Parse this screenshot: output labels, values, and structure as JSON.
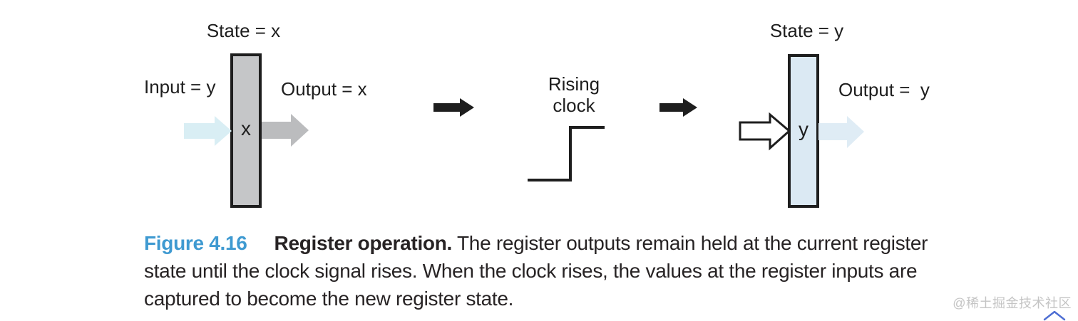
{
  "figure_diagram": {
    "before_state": {
      "state_label": "State = x",
      "input_label": "Input = y",
      "output_label": "Output = x",
      "register_value": "x",
      "register_fill": "#c5c6c8",
      "input_arrow_fill": "#d9eef4",
      "output_arrow_fill": "#bbbcbe"
    },
    "transition": {
      "left_arrow_fill": "#1e1e1e",
      "right_arrow_fill": "#1e1e1e",
      "clock_label_line1": "Rising",
      "clock_label_line2": "clock"
    },
    "after_state": {
      "state_label": "State = y",
      "output_label": "Output =  y",
      "register_value": "y",
      "register_fill": "#dbe9f3",
      "input_arrow_fill": "#ffffff",
      "output_arrow_fill": "#dfecf5"
    }
  },
  "caption": {
    "figure_number": "Figure 4.16",
    "figure_number_color": "#3f9ad1",
    "bold_title": "Register operation.",
    "line1_text": "The register outputs remain held at the current register",
    "line2_text": "state until the clock signal rises. When the clock rises, the values at the register inputs are",
    "line3_text": "captured to become the new register state."
  },
  "watermark": {
    "text": "@稀土掘金技术社区",
    "color": "#c4c4c4"
  },
  "ui": {
    "collapse_chevron_color": "#4e6ed3"
  }
}
